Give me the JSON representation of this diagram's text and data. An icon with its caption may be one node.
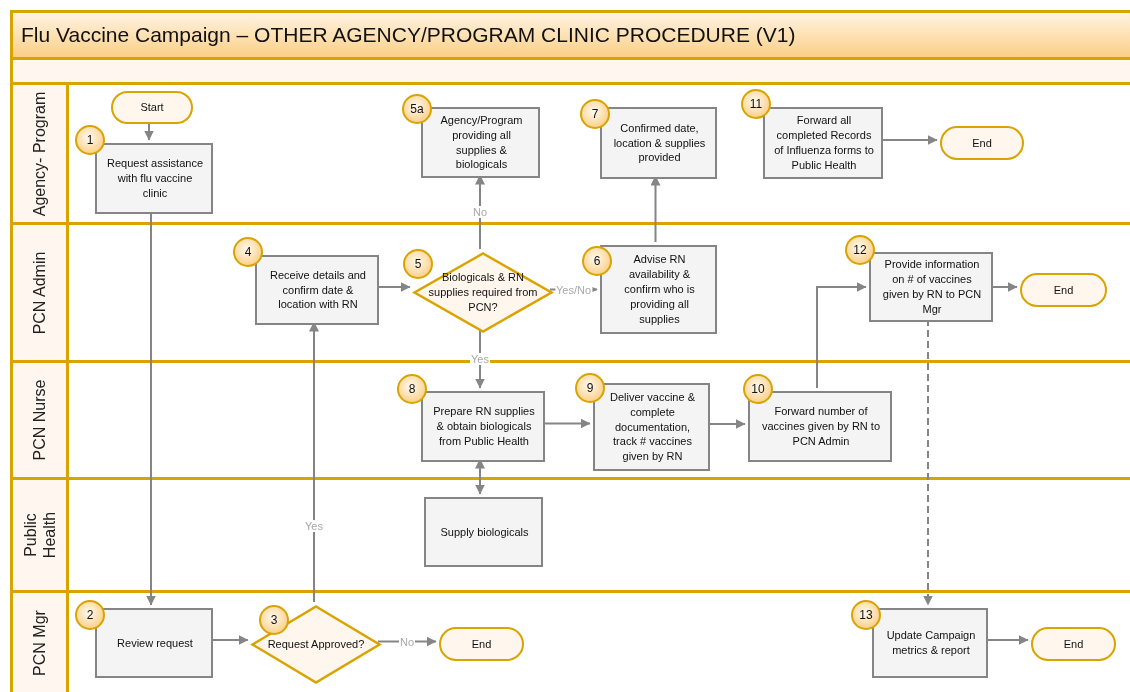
{
  "diagram": {
    "title": "Flu Vaccine Campaign – OTHER AGENCY/PROGRAM CLINIC PROCEDURE (V1)",
    "nodes": [
      {
        "text": [
          "Agency- Program"
        ]
      },
      {
        "text": [
          "Start"
        ],
        "in": 0
      },
      {
        "text": [
          "Request assistance with flu vaccine clinic"
        ],
        "in": 0,
        "beside": [
          "1"
        ]
      },
      {
        "text": [
          "Agency/Program providing all supplies & biologicals"
        ],
        "in": 0,
        "beside": [
          "5a"
        ]
      },
      {
        "text": [
          "Confirmed date, location & supplies provided"
        ],
        "in": 0,
        "beside": [
          "7"
        ]
      },
      {
        "text": [
          "Forward all completed Records of Influenza forms to Public Health"
        ],
        "in": 0,
        "beside": [
          "11"
        ]
      },
      {
        "text": [
          "End"
        ],
        "in": 0
      },
      {
        "text": [
          "PCN Admin"
        ]
      },
      {
        "text": [
          "Receive details and confirm date & location with RN"
        ],
        "in": 7,
        "beside": [
          "4"
        ]
      },
      {
        "text": [
          "Biologicals & RN supplies required from PCN?"
        ],
        "in": 7,
        "beside": [
          "5"
        ]
      },
      {
        "text": [
          "Advise RN availability & confirm who is providing all supplies"
        ],
        "in": 7,
        "beside": [
          "6"
        ]
      },
      {
        "text": [
          "Provide information on # of vaccines given by RN to PCN Mgr"
        ],
        "in": 7,
        "beside": [
          "12"
        ]
      },
      {
        "text": [
          "End"
        ],
        "in": 7
      },
      {
        "text": [
          "PCN Nurse"
        ]
      },
      {
        "text": [
          "Prepare RN supplies & obtain biologicals from Public Health"
        ],
        "in": 13,
        "beside": [
          "8"
        ]
      },
      {
        "text": [
          "Deliver vaccine & complete documentation, track # vaccines given by RN"
        ],
        "in": 13,
        "beside": [
          "9"
        ]
      },
      {
        "text": [
          "Forward number of vaccines given by RN to PCN Admin"
        ],
        "in": 13,
        "beside": [
          "10"
        ]
      },
      {
        "text": [
          "Public Health"
        ]
      },
      {
        "text": [
          "Supply biologicals"
        ],
        "in": 17
      },
      {
        "text": [
          "PCN Mgr"
        ]
      },
      {
        "text": [
          "Review request"
        ],
        "in": 19,
        "beside": [
          "2"
        ]
      },
      {
        "text": [
          "Request Approved?"
        ],
        "in": 19,
        "beside": [
          "3"
        ]
      },
      {
        "text": [
          "End"
        ],
        "in": 19
      },
      {
        "text": [
          "Update Campaign metrics & report"
        ],
        "in": 19,
        "beside": [
          "13"
        ]
      },
      {
        "text": [
          "End"
        ],
        "in": 19
      }
    ],
    "edges": [
      {
        "from": 1,
        "to": 2,
        "arrow": "to"
      },
      {
        "from": 2,
        "to": 20,
        "arrow": "to"
      },
      {
        "from": 20,
        "to": 21,
        "arrow": "to"
      },
      {
        "from": 21,
        "to": 22,
        "arrow": "to",
        "label": "No"
      },
      {
        "from": 21,
        "to": 8,
        "arrow": "to",
        "label": "Yes"
      },
      {
        "from": 8,
        "to": 9,
        "arrow": "to"
      },
      {
        "from": 9,
        "to": 3,
        "arrow": "to",
        "label": "No"
      },
      {
        "from": 9,
        "to": 10,
        "arrow": "to",
        "label": "Yes/No"
      },
      {
        "from": 9,
        "to": 14,
        "arrow": "to",
        "label": "Yes"
      },
      {
        "from": 10,
        "to": 4,
        "arrow": "to"
      },
      {
        "from": 14,
        "to": 15,
        "arrow": "to"
      },
      {
        "from": 15,
        "to": 16,
        "arrow": "to"
      },
      {
        "from": 16,
        "to": 11,
        "arrow": "to"
      },
      {
        "from": 11,
        "to": 12,
        "arrow": "to"
      },
      {
        "from": 11,
        "to": 23,
        "arrow": "to",
        "style": "dashed"
      },
      {
        "from": 14,
        "to": 18,
        "arrow": "both"
      },
      {
        "from": 5,
        "to": 6,
        "arrow": "to"
      },
      {
        "from": 23,
        "to": 24,
        "arrow": "to"
      }
    ]
  }
}
